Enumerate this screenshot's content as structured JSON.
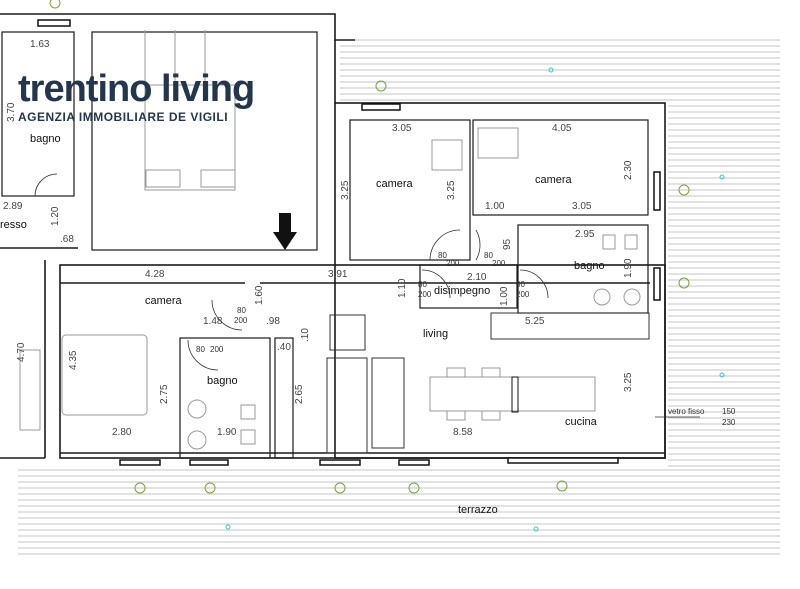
{
  "logo": {
    "brand": "trentino living",
    "tagline": "AGENZIA IMMOBILIARE DE VIGILI"
  },
  "rooms": {
    "bagno_top": "bagno",
    "ingresso": "resso",
    "camera_1": "camera",
    "camera_2": "camera",
    "bagno_right": "bagno",
    "disimpegno": "disimpegno",
    "camera_left": "camera",
    "living": "living",
    "bagno_center": "bagno",
    "cucina": "cucina",
    "terrazzo": "terrazzo"
  },
  "dimensions": {
    "d163": "1.63",
    "d370": "3.70",
    "d289": "2.89",
    "d120": "1.20",
    "d68": ".68",
    "d305a": "3.05",
    "d405": "4.05",
    "d325a": "3.25",
    "d325b": "3.25",
    "d230": "2.30",
    "d100a": "1.00",
    "d305b": "3.05",
    "d295": "2.95",
    "d95": "95",
    "d190a": "1.90",
    "d210": "2.10",
    "d391": "3.91",
    "d428": "4.28",
    "d160": "1.60",
    "d110": "1.10",
    "d100b": "1.00",
    "d148": "1.48",
    "d98": ".98",
    "d10": ".10",
    "d40": ".40",
    "d525": "5.25",
    "d470": "4.70",
    "d435": "4.35",
    "d275": "2.75",
    "d265": "2.65",
    "d325c": "3.25",
    "d858": "8.58",
    "d280": "2.80",
    "d190b": "1.90"
  },
  "doors": {
    "w": "80",
    "h": "200"
  },
  "window_note": {
    "label": "vetro fisso",
    "width": "150",
    "height": "230"
  },
  "colors": {
    "wall": "#1a1a1a",
    "furniture": "#999999",
    "hatch": "#b5b5b5",
    "marker": "#7aa23a",
    "logo": "#24364d"
  }
}
